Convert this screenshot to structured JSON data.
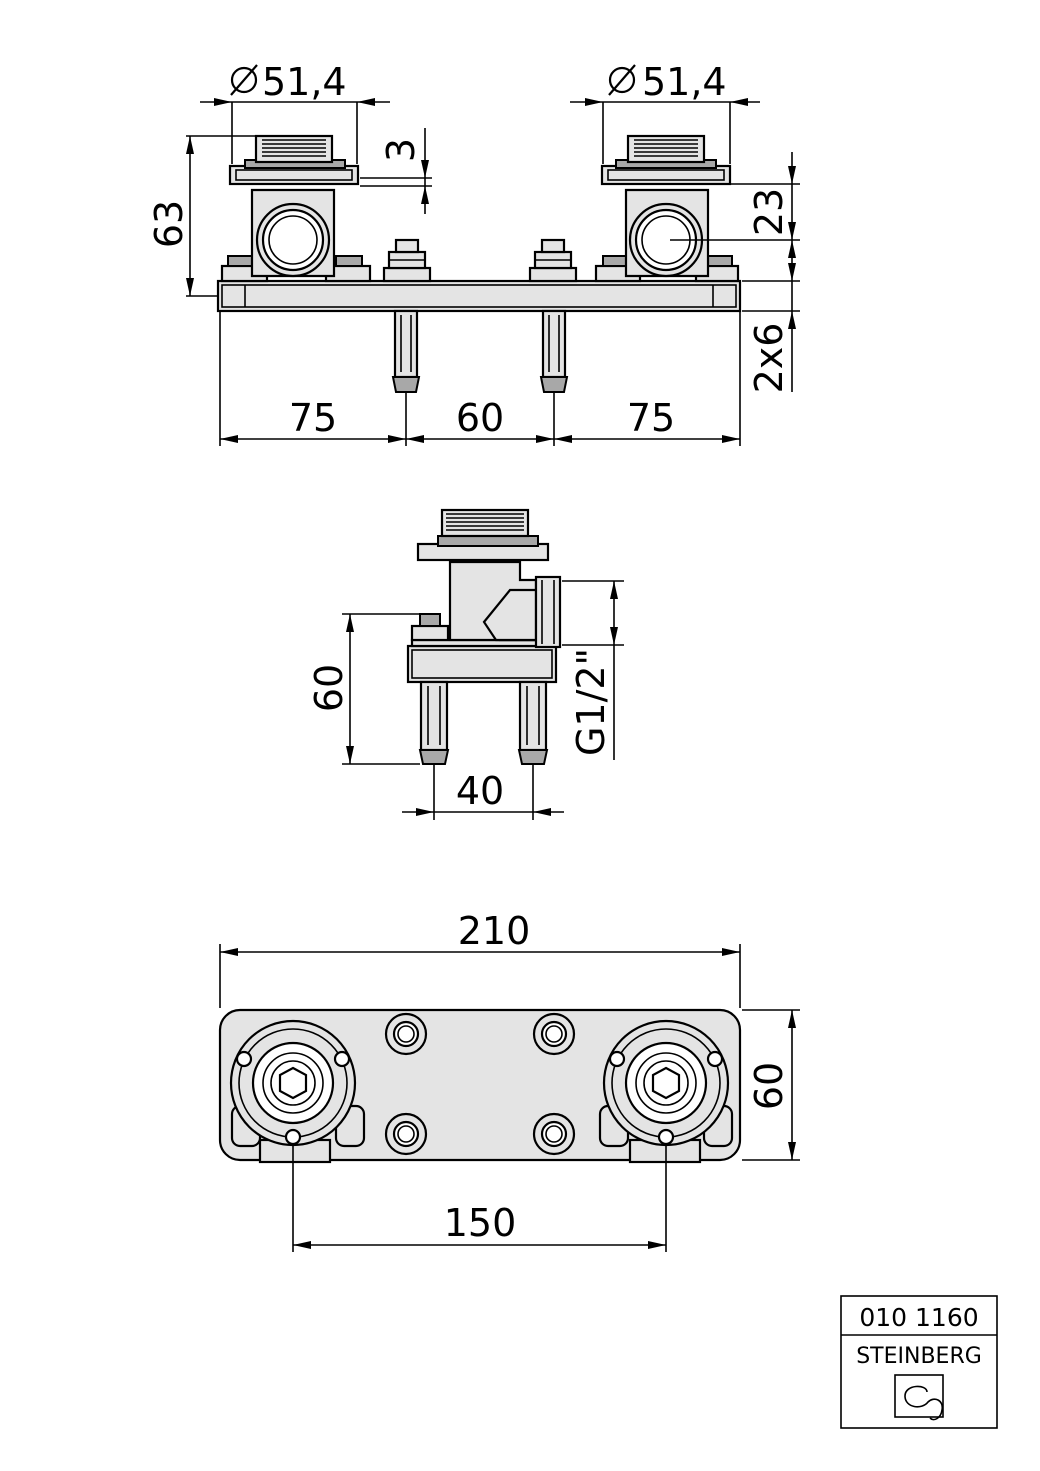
{
  "front_view": {
    "dia_left": "51,4",
    "dia_right": "51,4",
    "dim_height": "63",
    "dim_flange": "3",
    "dim_center": "23",
    "dim_plate": "2x6",
    "dim_left": "75",
    "dim_mid": "60",
    "dim_right": "75"
  },
  "side_view": {
    "dim_height": "60",
    "dim_thread": "G1/2\"",
    "dim_spacing": "40"
  },
  "top_view": {
    "dim_width": "210",
    "dim_height": "60",
    "dim_centers": "150"
  },
  "title_block": {
    "part_number": "010 1160",
    "brand": "STEINBERG"
  },
  "icons": {
    "diameter": "diameter-symbol-icon",
    "logo": "steinberg-logo-icon"
  }
}
